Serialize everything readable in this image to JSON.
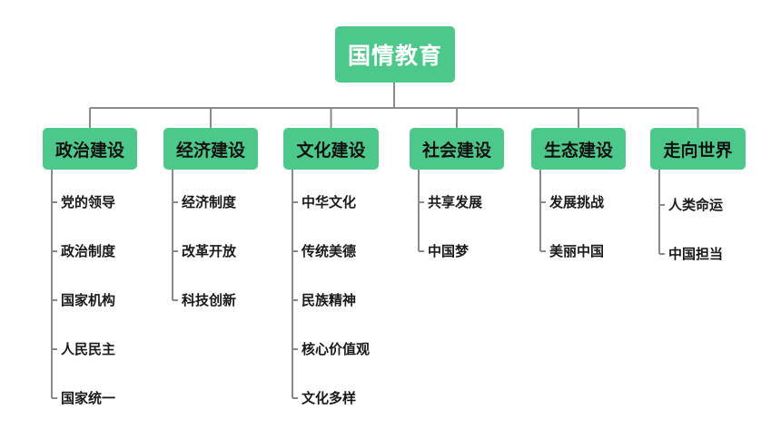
{
  "colors": {
    "node_fill": "#4CC98A",
    "connector": "#8a8a8a"
  },
  "root": {
    "label": "国情教育"
  },
  "categories": [
    {
      "label": "政治建设",
      "children": [
        "党的领导",
        "政治制度",
        "国家机构",
        "人民民主",
        "国家统一"
      ]
    },
    {
      "label": "经济建设",
      "children": [
        "经济制度",
        "改革开放",
        "科技创新"
      ]
    },
    {
      "label": "文化建设",
      "children": [
        "中华文化",
        "传统美德",
        "民族精神",
        "核心价值观",
        "文化多样"
      ]
    },
    {
      "label": "社会建设",
      "children": [
        "共享发展",
        "中国梦"
      ]
    },
    {
      "label": "生态建设",
      "children": [
        "发展挑战",
        "美丽中国"
      ]
    },
    {
      "label": "走向世界",
      "children": [
        "人类命运",
        "中国担当"
      ]
    }
  ]
}
